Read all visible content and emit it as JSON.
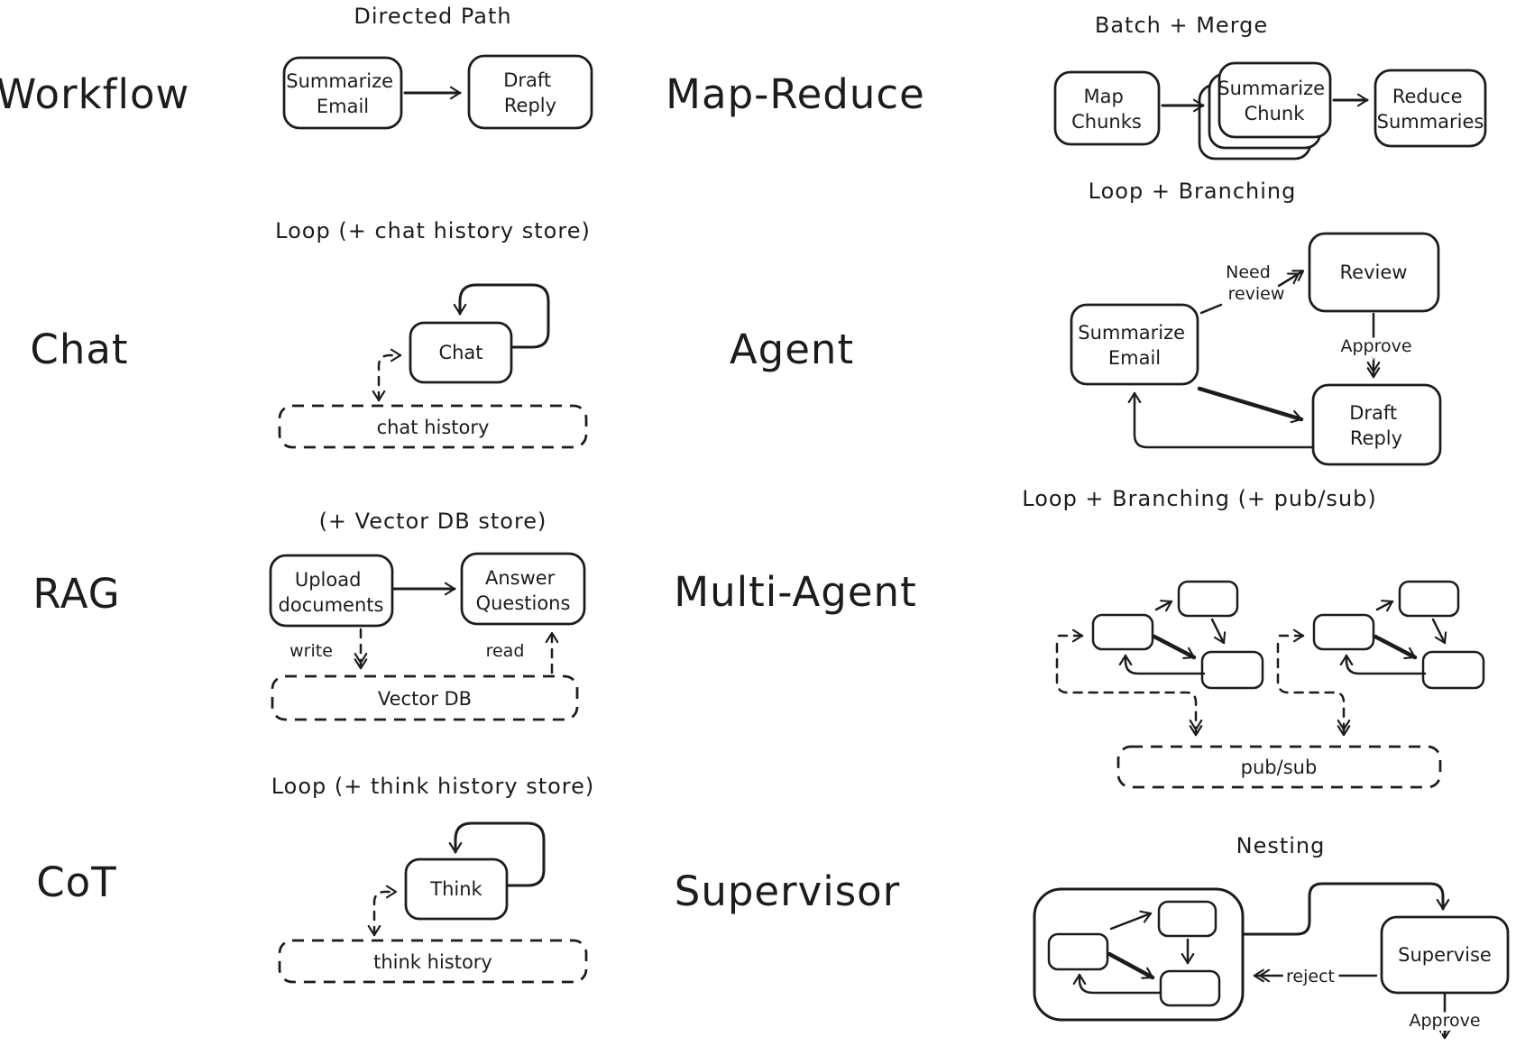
{
  "colors": {
    "ink": "#1c1c1c",
    "background": "#ffffff"
  },
  "workflow": {
    "label": "Workflow",
    "title": "Directed Path",
    "node_summarize": {
      "line1": "Summarize",
      "line2": "Email"
    },
    "node_draft": {
      "line1": "Draft",
      "line2": "Reply"
    }
  },
  "map_reduce": {
    "label": "Map-Reduce",
    "title": "Batch + Merge",
    "node_map": {
      "line1": "Map",
      "line2": "Chunks"
    },
    "node_summarize": {
      "line1": "Summarize",
      "line2": "Chunk"
    },
    "node_reduce": {
      "line1": "Reduce",
      "line2": "Summaries"
    }
  },
  "chat": {
    "label": "Chat",
    "title": "Loop (+ chat history store)",
    "node_chat": "Chat",
    "store": "chat history"
  },
  "agent": {
    "label": "Agent",
    "title": "Loop + Branching",
    "node_summarize": {
      "line1": "Summarize",
      "line2": "Email"
    },
    "node_review": "Review",
    "node_draft": {
      "line1": "Draft",
      "line2": "Reply"
    },
    "edge_need_review": {
      "line1": "Need",
      "line2": "review"
    },
    "edge_approve": "Approve"
  },
  "rag": {
    "label": "RAG",
    "title": "(+ Vector DB store)",
    "node_upload": {
      "line1": "Upload",
      "line2": "documents"
    },
    "node_answer": {
      "line1": "Answer",
      "line2": "Questions"
    },
    "store": "Vector DB",
    "edge_write": "write",
    "edge_read": "read"
  },
  "multi_agent": {
    "label": "Multi-Agent",
    "title": "Loop + Branching (+ pub/sub)",
    "store": "pub/sub"
  },
  "cot": {
    "label": "CoT",
    "title": "Loop (+ think history store)",
    "node_think": "Think",
    "store": "think history"
  },
  "supervisor": {
    "label": "Supervisor",
    "title": "Nesting",
    "node_supervise": "Supervise",
    "edge_reject": "reject",
    "edge_approve": "Approve"
  }
}
